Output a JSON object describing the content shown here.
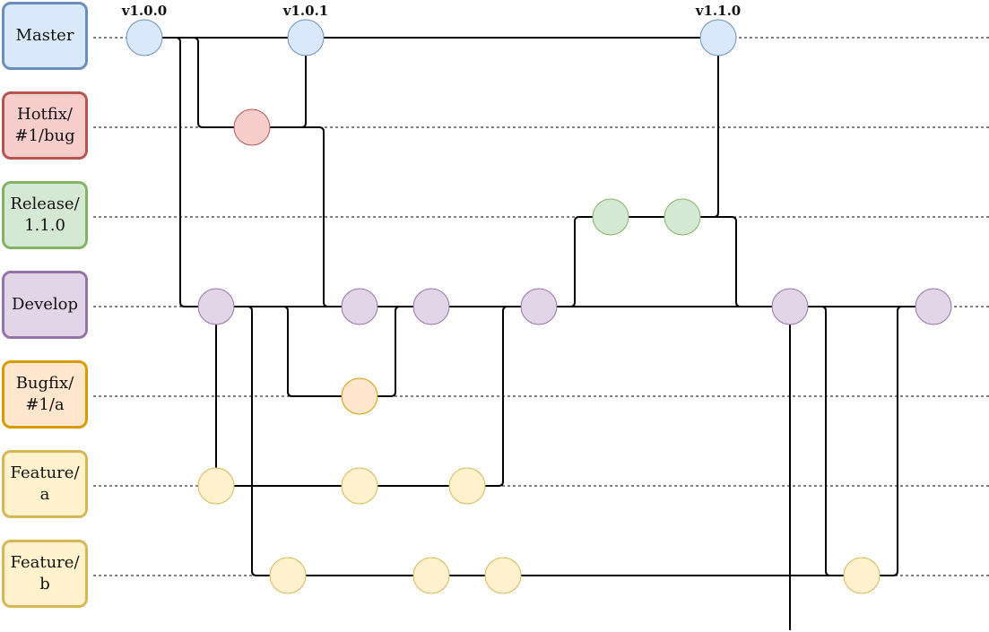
{
  "lanes": [
    {
      "id": "master",
      "label": "Master",
      "fill": "#dae8fc",
      "stroke": "#6c8ebf"
    },
    {
      "id": "hotfix",
      "label": "Hotfix/\n#1/bug",
      "fill": "#f8cecc",
      "stroke": "#b85450"
    },
    {
      "id": "release",
      "label": "Release/\n1.1.0",
      "fill": "#d5e8d4",
      "stroke": "#82b366"
    },
    {
      "id": "develop",
      "label": "Develop",
      "fill": "#e1d5e7",
      "stroke": "#9673a6"
    },
    {
      "id": "bugfix",
      "label": "Bugfix/\n#1/a",
      "fill": "#ffe6cc",
      "stroke": "#d79b00"
    },
    {
      "id": "feature-a",
      "label": "Feature/\na",
      "fill": "#fff2cc",
      "stroke": "#d6b656"
    },
    {
      "id": "feature-b",
      "label": "Feature/\nb",
      "fill": "#fff2cc",
      "stroke": "#d6b656"
    }
  ],
  "tags": [
    {
      "label": "v1.0.0"
    },
    {
      "label": "v1.0.1"
    },
    {
      "label": "v1.1.0"
    }
  ]
}
